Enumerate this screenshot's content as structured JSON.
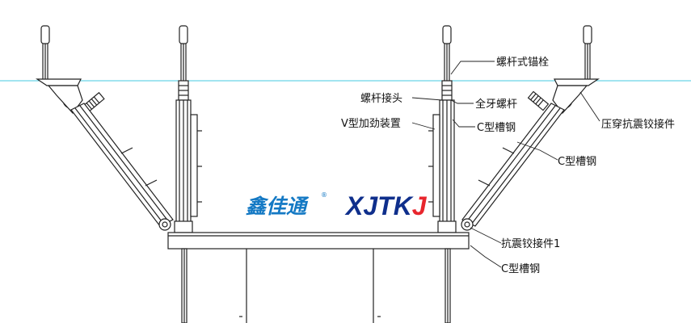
{
  "labels": {
    "screw_anchor": "螺杆式锚栓",
    "rod_joint": "螺杆接头",
    "full_thread_rod": "全牙螺杆",
    "v_stiffener": "V型加劲装置",
    "c_channel_upright": "C型槽钢",
    "compression_connector": "压穿抗震铰接件",
    "c_channel_brace": "C型槽钢",
    "hinge_connector_1": "抗震铰接件1",
    "c_channel_beam": "C型槽钢"
  },
  "logo": {
    "chinese": "鑫佳通",
    "english": "XJTKJ",
    "registered": "®"
  },
  "colors": {
    "line": "#222222",
    "ceiling_line": "#46c8e0",
    "logo_blue": "#1479c4",
    "logo_navy": "#0f2f8c",
    "logo_red": "#e8262d"
  }
}
